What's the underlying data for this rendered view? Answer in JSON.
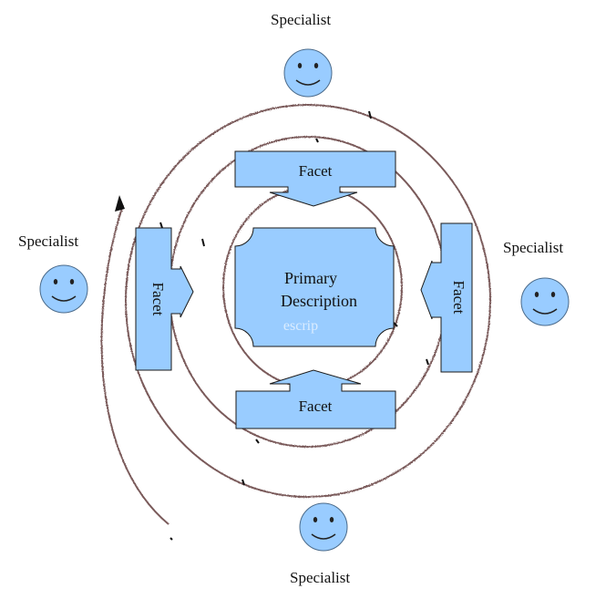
{
  "specialists": {
    "top": "Specialist",
    "left": "Specialist",
    "right": "Specialist",
    "bottom": "Specialist"
  },
  "facets": {
    "top": "Facet",
    "bottom": "Facet",
    "left": "Facet",
    "right": "Facet"
  },
  "center": {
    "line1": "Primary",
    "line2": "Description",
    "ghost": "escrip"
  },
  "colors": {
    "shape_fill": "#99ccff",
    "shape_stroke": "#1a1a1a",
    "spiral": "#7a5a5a",
    "face_fill": "#99ccff"
  }
}
